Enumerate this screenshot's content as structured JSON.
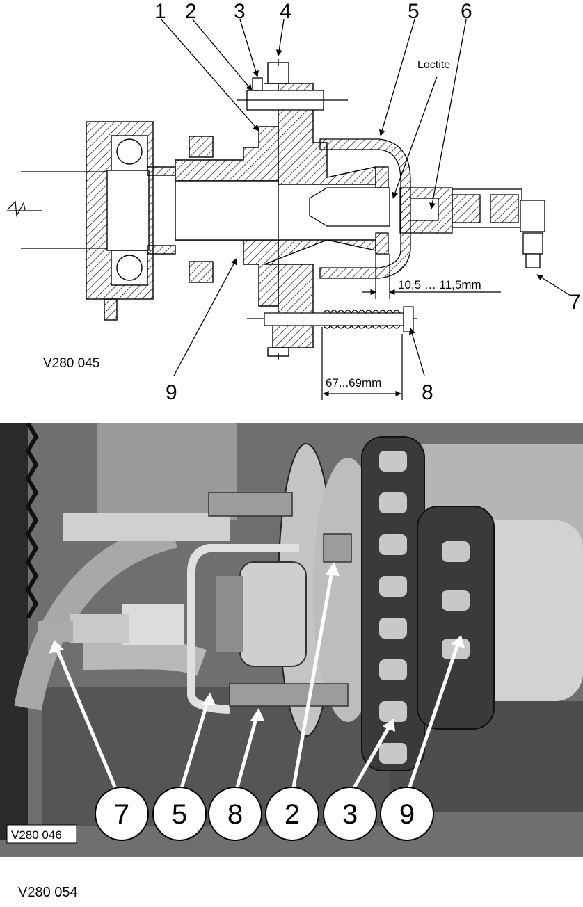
{
  "drawing": {
    "callouts_top": [
      "1",
      "2",
      "3",
      "4",
      "5",
      "6"
    ],
    "callouts_side": [
      "7",
      "8",
      "9"
    ],
    "loctite": "Loctite",
    "dim_gap": "10,5 … 11,5mm",
    "dim_spring": "67...69mm",
    "ref": "V280 045"
  },
  "photo": {
    "callouts": [
      "7",
      "5",
      "8",
      "2",
      "3",
      "9"
    ],
    "ref": "V280 046"
  },
  "footer_ref": "V280 054",
  "colors": {
    "ink": "#000000",
    "paper": "#ffffff"
  }
}
